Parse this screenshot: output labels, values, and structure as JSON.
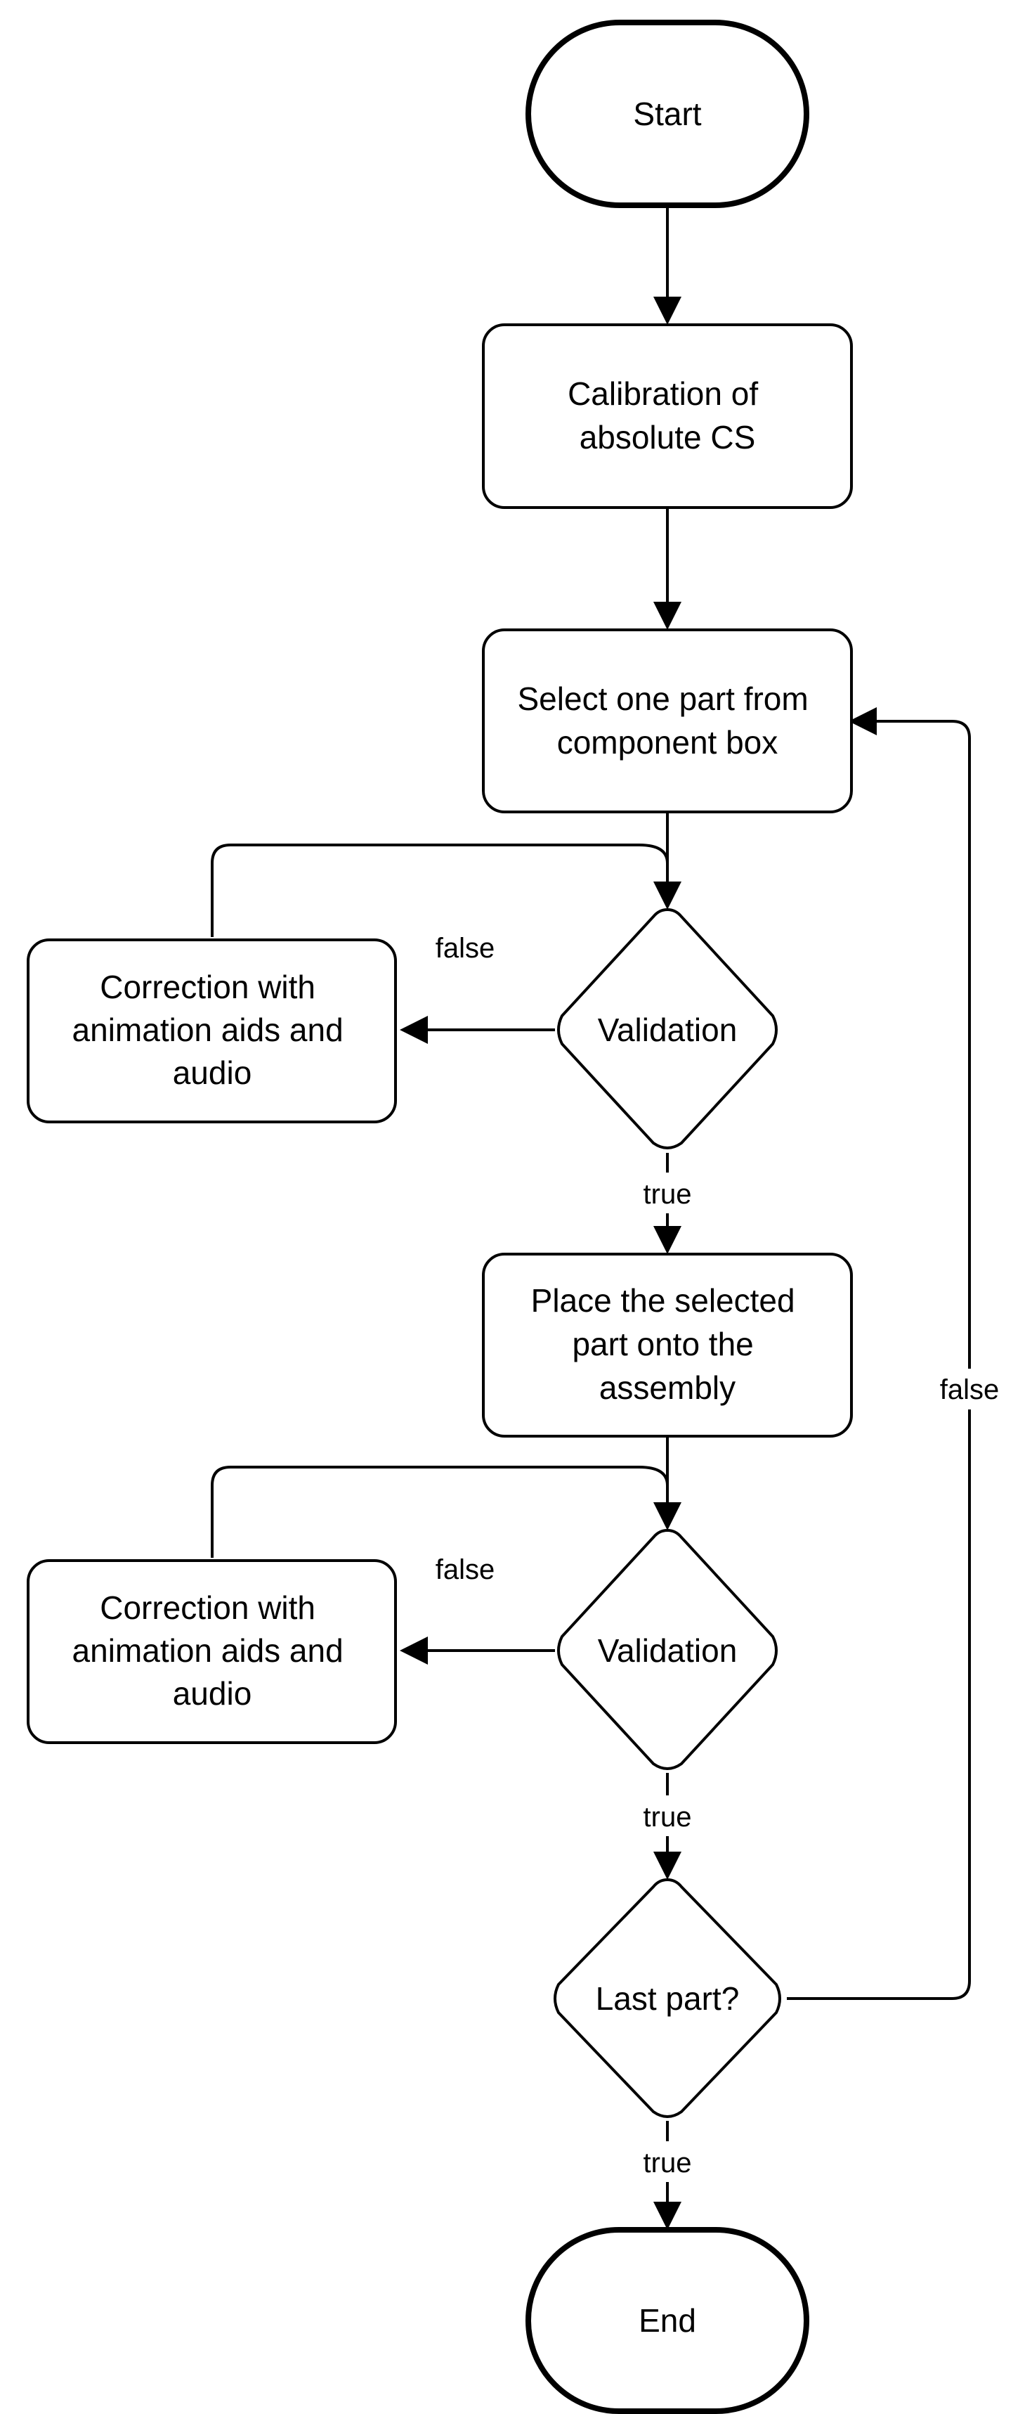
{
  "nodes": {
    "start": {
      "lines": [
        "Start"
      ]
    },
    "calibration": {
      "lines": [
        "Calibration of",
        "absolute CS"
      ]
    },
    "select_part": {
      "lines": [
        "Select one part from",
        "component box"
      ]
    },
    "validation_1": {
      "lines": [
        "Validation"
      ]
    },
    "correction_1": {
      "lines": [
        "Correction with",
        "animation aids and",
        "audio"
      ]
    },
    "place_part": {
      "lines": [
        "Place the selected",
        "part onto the",
        "assembly"
      ]
    },
    "validation_2": {
      "lines": [
        "Validation"
      ]
    },
    "correction_2": {
      "lines": [
        "Correction with",
        "animation aids and",
        "audio"
      ]
    },
    "last_part": {
      "lines": [
        "Last part?"
      ]
    },
    "end": {
      "lines": [
        "End"
      ]
    }
  },
  "edges": {
    "validation_1_false": "false",
    "validation_1_true": "true",
    "validation_2_false": "false",
    "validation_2_true": "true",
    "last_part_false": "false",
    "last_part_true": "true"
  },
  "colors": {
    "stroke": "#000000",
    "fill": "#ffffff",
    "background": "#ffffff"
  }
}
